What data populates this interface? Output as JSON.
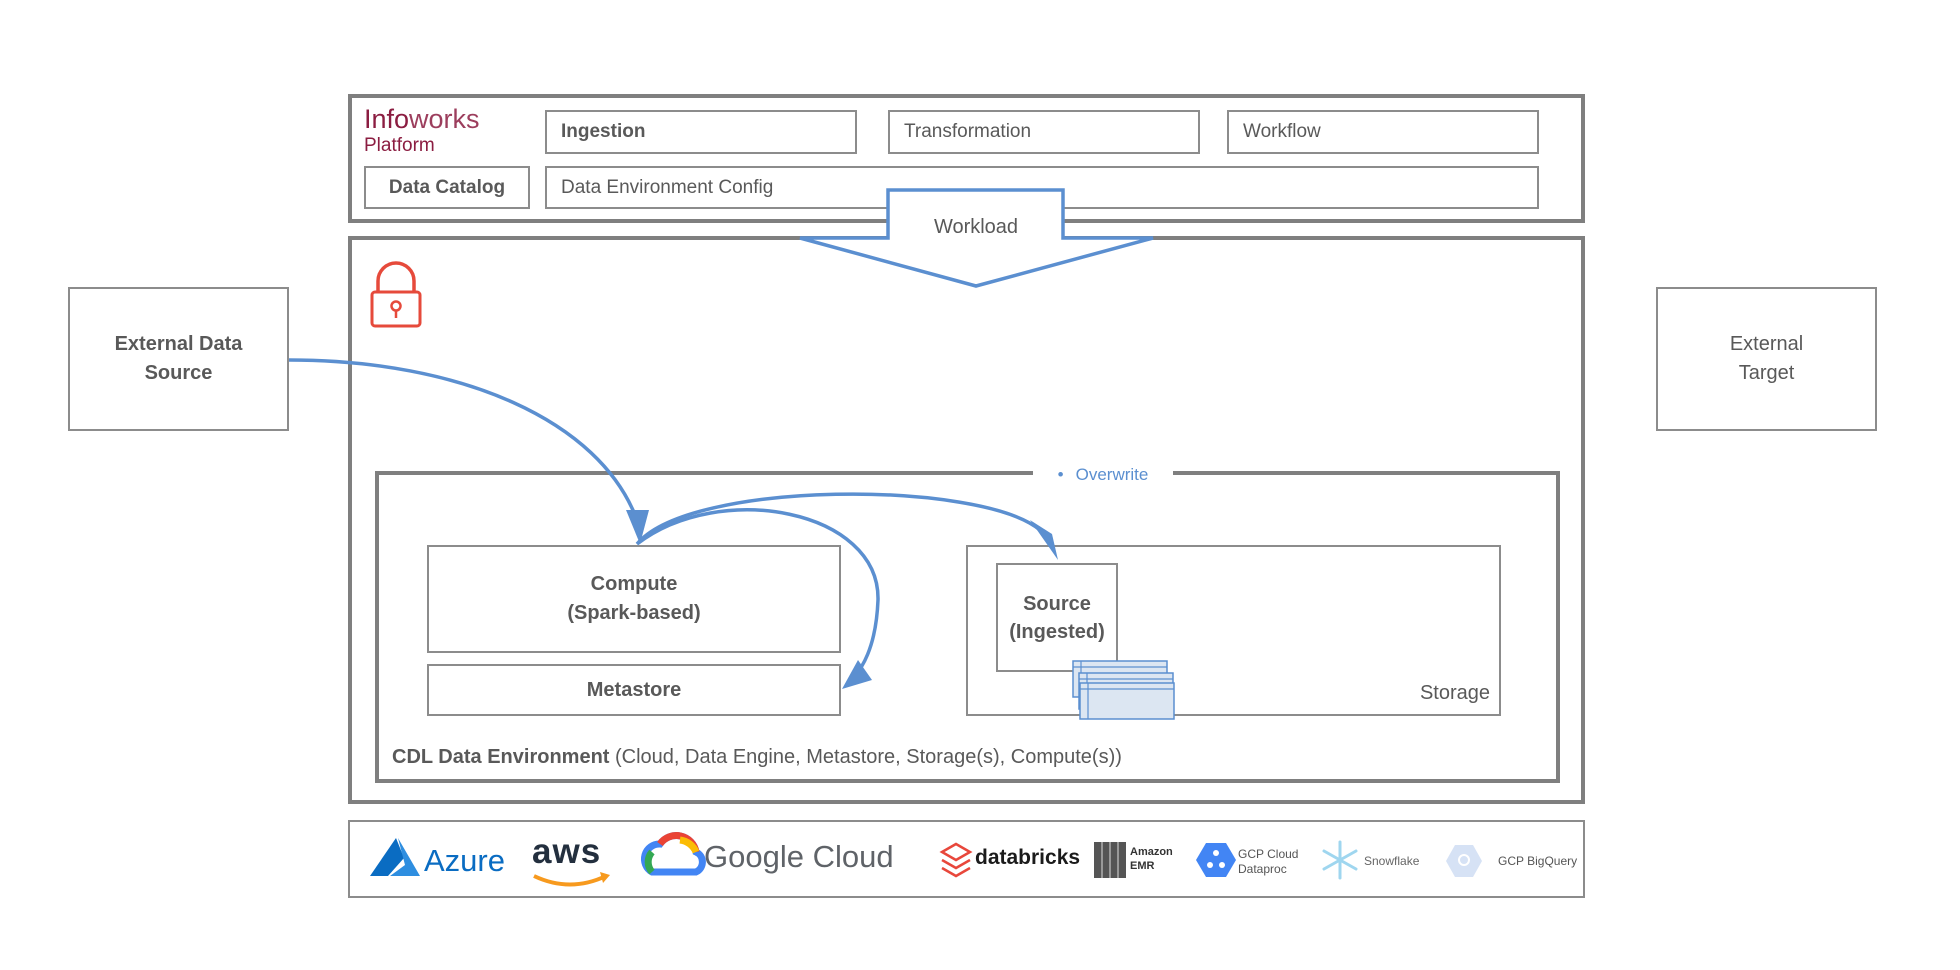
{
  "platform": {
    "brand_prefix": "Info",
    "brand_suffix": "works",
    "brand_sub": "Platform",
    "modules": [
      "Ingestion",
      "Transformation",
      "Workflow"
    ],
    "data_catalog": "Data Catalog",
    "data_env_config": "Data Environment Config",
    "workload": "Workload"
  },
  "external_source": {
    "line1": "External Data",
    "line2": "Source"
  },
  "external_target": {
    "line1": "External",
    "line2": "Target"
  },
  "overwrite": "Overwrite",
  "compute": {
    "line1": "Compute",
    "line2": "(Spark-based)"
  },
  "metastore": "Metastore",
  "source": {
    "line1": "Source",
    "line2": "(Ingested)"
  },
  "storage": "Storage",
  "cdl": {
    "bold": "CDL Data Environment",
    "rest": " (Cloud, Data Engine, Metastore, Storage(s), Compute(s))"
  },
  "providers": {
    "azure": "Azure",
    "aws": "aws",
    "google": "Google Cloud",
    "databricks": "databricks",
    "emr_line1": "Amazon",
    "emr_line2": "EMR",
    "dataproc_line1": "GCP Cloud",
    "dataproc_line2": "Dataproc",
    "snowflake": "Snowflake",
    "bigquery": "GCP BigQuery"
  },
  "colors": {
    "brand": "#8b1d41",
    "arrow": "#5b8fd0",
    "lock": "#e64a3b",
    "border": "#7f7f7f"
  }
}
